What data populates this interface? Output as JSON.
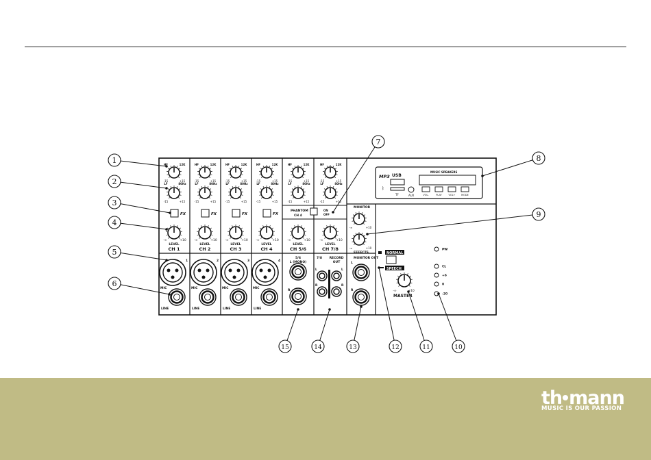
{
  "channels": [
    {
      "label": "CH 1",
      "jack_num": "1",
      "fx": "FX",
      "mic": "MIC",
      "line": "LINE"
    },
    {
      "label": "CH 2",
      "jack_num": "2",
      "fx": "FX",
      "mic": "MIC",
      "line": "LINE"
    },
    {
      "label": "CH 3",
      "jack_num": "3",
      "fx": "FX",
      "mic": "MIC",
      "line": "LINE"
    },
    {
      "label": "CH 4",
      "jack_num": "4",
      "fx": "FX",
      "mic": "MIC",
      "line": "LINE"
    }
  ],
  "stereo": [
    {
      "label": "CH 5/6",
      "io_title": "5/6",
      "io_sub": "L (MONO)",
      "r": "R"
    },
    {
      "label": "CH 7/8",
      "io_title": "7/8",
      "rec_title": "RECORD",
      "rec_sub": "OUT",
      "l": "L",
      "r": "R"
    }
  ],
  "knob": {
    "hf": "HF",
    "k12": "12K",
    "lf": "LF",
    "k80": "80Hz",
    "m15": "-15",
    "p15": "+15",
    "level": "LEVEL",
    "minf": "-∞",
    "p10": "+10"
  },
  "phantom": {
    "title": "PHANTOM",
    "sub": "CH 4",
    "on": "ON",
    "off": "OFF"
  },
  "mp3": {
    "mp3": "MP3",
    "usb": "USB",
    "tf": "TF",
    "aux": "AUX",
    "title": "MUSIC SPEAKERS",
    "buttons": [
      "VOL-",
      "PLAY",
      "VOL+",
      "MODE"
    ]
  },
  "monitor": {
    "label": "MONITOR",
    "effects": "EFFECTS",
    "out": "MONITOR OUT",
    "l": "L",
    "r": "R",
    "minf": "-∞",
    "p10": "+10"
  },
  "mode": {
    "normal": "NORMAL",
    "speech": "SPEECH"
  },
  "master": {
    "label": "MASTER",
    "minf": "-∞",
    "p10": "+10"
  },
  "leds": [
    "PW",
    "CL",
    "+6",
    "0",
    "-20"
  ],
  "callouts": [
    "1",
    "2",
    "3",
    "4",
    "5",
    "6",
    "7",
    "8",
    "9",
    "10",
    "11",
    "12",
    "13",
    "14",
    "15"
  ],
  "brand": {
    "logo_a": "th",
    "logo_b": "mann",
    "tagline": "MUSIC IS OUR PASSION"
  },
  "colors": {
    "footer": "#c0bb85",
    "ink": "#111111"
  }
}
